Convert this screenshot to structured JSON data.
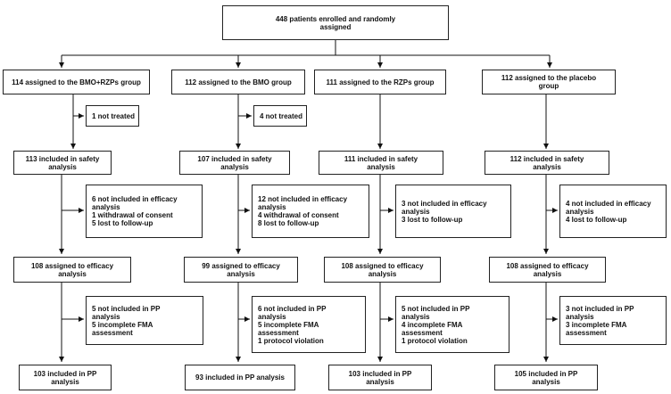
{
  "top": {
    "line1": "448 patients enrolled and randomly",
    "line2": "assigned"
  },
  "groups": [
    {
      "assigned": {
        "pre": "114 assigned to the BMO+",
        "bold": "RZPs",
        "post": " group"
      },
      "not_treated": "1 not treated",
      "safety": {
        "pre": "113 included in ",
        "bold": "safety",
        "line2": "analysis"
      },
      "efficacy_excl": [
        "6 not included in efficacy",
        "analysis",
        "1   withdrawal of consent",
        "5 lost to follow-up"
      ],
      "efficacy": [
        "108 assigned to efficacy",
        "analysis"
      ],
      "pp_excl": [
        {
          "pre": "5 not included in ",
          "bold": "PP"
        },
        {
          "pre": "analysis"
        },
        {
          "pre": "5 incomplete FMA"
        },
        {
          "pre": "assessment"
        }
      ],
      "pp": {
        "pre": "103 included in ",
        "bold": "PP",
        "line2": "analysis"
      }
    },
    {
      "assigned": {
        "pre": "112 assigned to the BMO group",
        "bold": "",
        "post": ""
      },
      "not_treated": "4 not treated",
      "safety": {
        "pre": "107 included in ",
        "bold": "safety",
        "line2": "analysis"
      },
      "efficacy_excl": [
        "12 not included in efficacy",
        "analysis",
        "4  withdrawal of consent",
        "8 lost to follow-up"
      ],
      "efficacy": [
        "99 assigned to efficacy",
        "analysis"
      ],
      "pp_excl": [
        {
          "pre": "6 not included in ",
          "bold": "PP"
        },
        {
          "pre": "analysis"
        },
        {
          "pre": "5 incomplete FMA"
        },
        {
          "pre": "assessment"
        },
        {
          "pre": "1 protocol violation"
        }
      ],
      "pp": {
        "pre": "93 included in ",
        "bold": "PP",
        "post": " analysis",
        "line2": ""
      }
    },
    {
      "assigned": {
        "pre": "111 assigned to the ",
        "bold": "RZPs",
        "post": " group"
      },
      "safety": {
        "pre": "111 included in ",
        "bold": "safety",
        "line2": "analysis"
      },
      "efficacy_excl": [
        "3 not included in efficacy",
        "analysis",
        "3 lost to follow-up"
      ],
      "efficacy": [
        "108 assigned to efficacy",
        "analysis"
      ],
      "pp_excl": [
        {
          "pre": "5 not included in ",
          "bold": "PP"
        },
        {
          "pre": "analysis"
        },
        {
          "pre": "4 incomplete FMA"
        },
        {
          "pre": "assessment"
        },
        {
          "pre": "1 protocol violation"
        }
      ],
      "pp": {
        "pre": "103 included in ",
        "bold": "PP",
        "line2": "analysis"
      }
    },
    {
      "assigned": {
        "pre": "112 assigned to the placebo",
        "bold": "",
        "post": "",
        "line2": "group"
      },
      "safety": {
        "pre": "112 included in ",
        "bold": "safety",
        "line2": "analysis"
      },
      "efficacy_excl": [
        "4 not included in efficacy",
        "analysis",
        "4 lost to follow-up"
      ],
      "efficacy": [
        "108 assigned to efficacy",
        "analysis"
      ],
      "pp_excl": [
        {
          "pre": "3 not included in ",
          "bold": "PP"
        },
        {
          "pre": "analysis"
        },
        {
          "pre": "3 incomplete FMA"
        },
        {
          "pre": "assessment"
        }
      ],
      "pp": {
        "pre": "105 included in ",
        "bold": "PP",
        "line2": "analysis"
      }
    }
  ]
}
